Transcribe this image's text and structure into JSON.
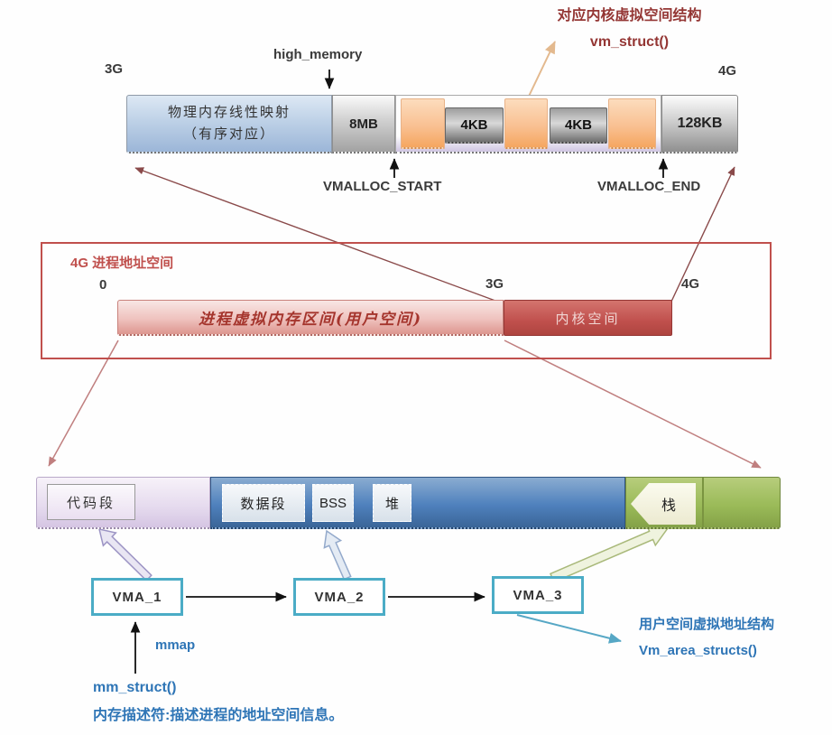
{
  "kernel_space_bar": {
    "label_3g": "3G",
    "label_4g": "4G",
    "high_memory_label": "high_memory",
    "linear_map_line1": "物理内存线性映射",
    "linear_map_line2": "（有序对应）",
    "seg_8mb": "8MB",
    "seg_4kb_a": "4KB",
    "seg_4kb_b": "4KB",
    "seg_128kb": "128KB",
    "vmalloc_start_label": "VMALLOC_START",
    "vmalloc_end_label": "VMALLOC_END"
  },
  "kernel_annotation": {
    "line1": "对应内核虚拟空间结构",
    "line2": "vm_struct()"
  },
  "process_space_box": {
    "title": "4G 进程地址空间",
    "label_0": "0",
    "label_3g": "3G",
    "label_4g": "4G",
    "user_space_label": "进程虚拟内存区间(用户空间)",
    "kernel_space_label": "内核空间"
  },
  "user_space_bar": {
    "code_segment": "代码段",
    "data_segment": "数据段",
    "bss": "BSS",
    "heap": "堆",
    "stack": "栈"
  },
  "vma_nodes": [
    {
      "label": "VMA_1"
    },
    {
      "label": "VMA_2"
    },
    {
      "label": "VMA_3"
    }
  ],
  "annotations": {
    "mmap": "mmap",
    "mm_struct": "mm_struct()",
    "mm_struct_desc": "内存描述符:描述进程的地址空间信息。",
    "user_struct_line1": "用户空间虚拟地址结构",
    "user_struct_line2": "Vm_area_structs()"
  },
  "colors": {
    "red_accent": "#c0504d",
    "dark_red_text": "#943634",
    "blue_text": "#2e75b6",
    "teal_border": "#4bacc6",
    "kernel_linear_blue": "#b7cce4",
    "process_user_pink": "#efc2be",
    "kernel_space_red": "#c0504d",
    "segment_blue": "#4f81bd",
    "segment_green": "#9bbb59",
    "segment_lavender": "#e5daee",
    "vmalloc_orange": "#f9c193",
    "gray_segment": "#a2a2a2"
  }
}
